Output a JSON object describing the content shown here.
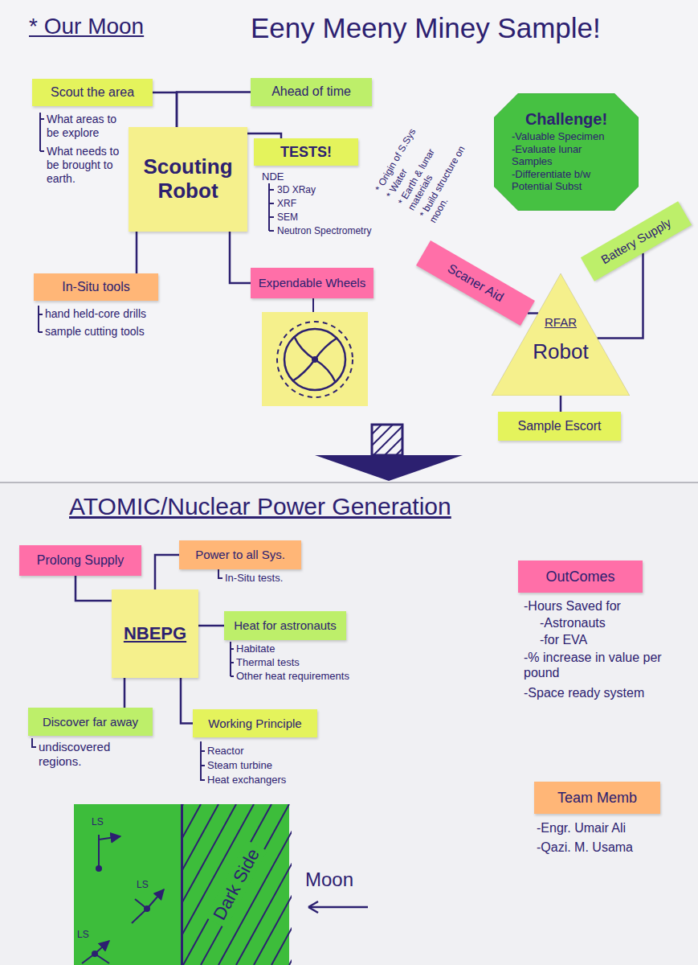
{
  "diagram": {
    "title": "Eeny Meeny Miney Sample!",
    "nodes": [
      {
        "text": [
          "Scout the area"
        ]
      },
      {
        "text": [
          "Ahead of time"
        ]
      },
      {
        "text": [
          "Scouting Robot"
        ]
      },
      {
        "text": [
          "TESTS!"
        ]
      },
      {
        "text": [
          "In-Situ tools"
        ]
      },
      {
        "text": [
          "Expendable Wheels"
        ]
      },
      {
        "text": [
          "Challenge!",
          "-Valuable Specimen",
          "-Evaluate lunar Samples",
          "-Differentiate b/w Potential Subst"
        ]
      },
      {
        "text": [
          "Scaner Aid"
        ]
      },
      {
        "text": [
          "Battery Supply"
        ]
      },
      {
        "text": [
          "RFAR",
          "Robot"
        ]
      },
      {
        "text": [
          "Sample Escort"
        ]
      },
      {
        "text": [
          "Prolong Supply"
        ]
      },
      {
        "text": [
          "Power to all Sys."
        ]
      },
      {
        "text": [
          "NBEPG"
        ]
      },
      {
        "text": [
          "Heat for astronauts"
        ]
      },
      {
        "text": [
          "Discover far away"
        ]
      },
      {
        "text": [
          "Working Principle"
        ]
      },
      {
        "text": [
          "OutComes"
        ]
      },
      {
        "text": [
          "Team Memb"
        ]
      },
      {
        "text": [
          "LS",
          "LS",
          "LS"
        ]
      },
      {
        "text": [
          "Dark Side"
        ],
        "in": 19
      }
    ],
    "edges": [
      {
        "from": 0,
        "to": 2,
        "arrow": "none"
      },
      {
        "from": 1,
        "to": 2,
        "arrow": "none"
      },
      {
        "from": 2,
        "to": 3,
        "arrow": "none"
      },
      {
        "from": 2,
        "to": 4,
        "arrow": "none"
      },
      {
        "from": 2,
        "to": 5,
        "arrow": "none"
      },
      {
        "from": 7,
        "to": 9,
        "arrow": "none"
      },
      {
        "from": 8,
        "to": 9,
        "arrow": "none"
      },
      {
        "from": 9,
        "to": 10,
        "arrow": "none"
      },
      {
        "from": 11,
        "to": 13,
        "arrow": "none"
      },
      {
        "from": 12,
        "to": 13,
        "arrow": "none"
      },
      {
        "from": 13,
        "to": 14,
        "arrow": "none"
      },
      {
        "from": 13,
        "to": 15,
        "arrow": "none"
      },
      {
        "from": 13,
        "to": 16,
        "arrow": "none"
      }
    ],
    "labels": [
      "* Our Moon",
      "What areas to be explore",
      "What needs to be brought to earth.",
      "NDE",
      "3D XRay",
      "XRF",
      "SEM",
      "Neutron Spectrometry",
      "hand held-core drills",
      "sample cutting tools",
      "* Origin of S.Sys",
      "* Water",
      "* Earth & lunar materials",
      "* build structure on moon.",
      "ATOMIC/Nuclear Power Generation",
      "In-Situ tests.",
      "Habitate",
      "Thermal tests",
      "Other heat requirements",
      "undiscovered regions.",
      "Reactor",
      "Steam turbine",
      "Heat exchangers",
      "-Hours Saved for",
      "-Astronauts",
      "-for EVA",
      "-% increase in value per pound",
      "-Space ready system",
      "-Engr. Umair Ali",
      "-Qazi. M. Usama",
      "Moon"
    ]
  }
}
